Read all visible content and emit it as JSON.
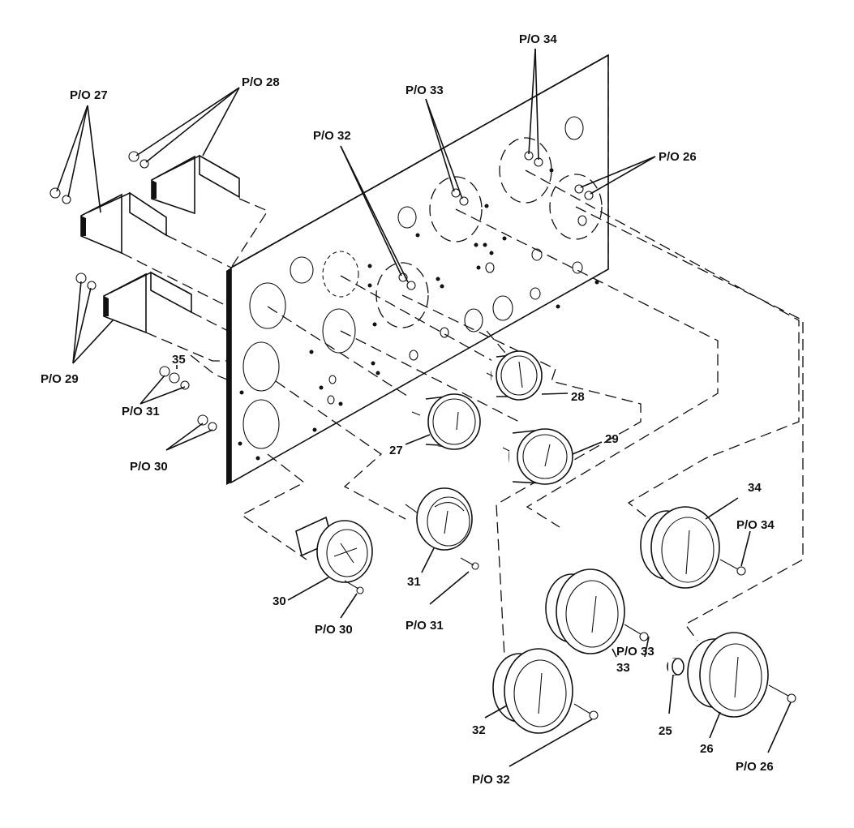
{
  "labels": {
    "po27": "P/O 27",
    "po28": "P/O 28",
    "po29": "P/O 29",
    "po30_left": "P/O 30",
    "po31_left": "P/O 31",
    "po32_top": "P/O 32",
    "po33_top": "P/O 33",
    "po34_top": "P/O 34",
    "po26_top": "P/O 26",
    "po34_right": "P/O 34",
    "po30_bottom": "P/O 30",
    "po31_bottom": "P/O 31",
    "po33_bottom": "P/O 33",
    "po32_bottom": "P/O 32",
    "po26_bottom": "P/O 26",
    "n25": "25",
    "n26": "26",
    "n27": "27",
    "n28": "28",
    "n29": "29",
    "n30": "30",
    "n31": "31",
    "n32": "32",
    "n33": "33",
    "n34": "34",
    "n35": "35"
  }
}
